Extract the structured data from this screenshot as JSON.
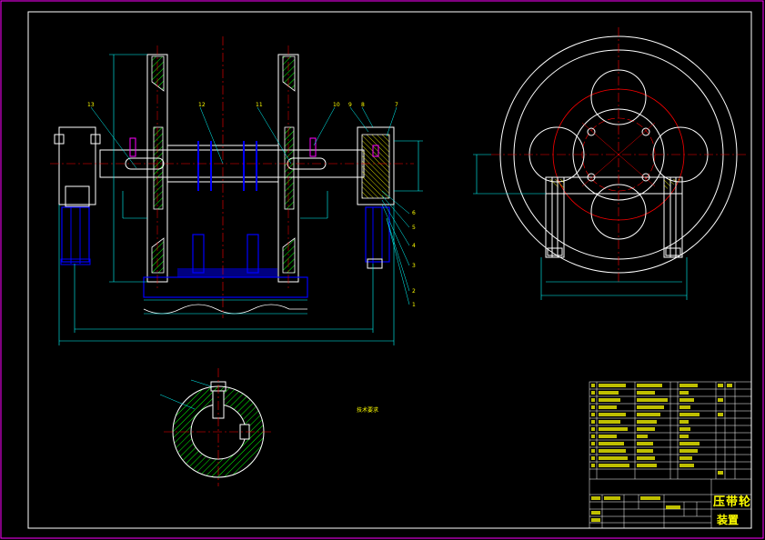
{
  "title_block": {
    "drawing_name": "压带轮",
    "drawing_name_2": "装置"
  },
  "notes": {
    "heading": "技术要求",
    "red_note": ""
  },
  "colors": {
    "background": "#000000",
    "frame": "#ff00ff",
    "outline": "#ffffff",
    "centerline": "#ff0000",
    "dimension": "#00ffff",
    "hatch": "#00ff00",
    "leader": "#00ffff",
    "detail": "#0000ff",
    "text": "#ffff00"
  }
}
